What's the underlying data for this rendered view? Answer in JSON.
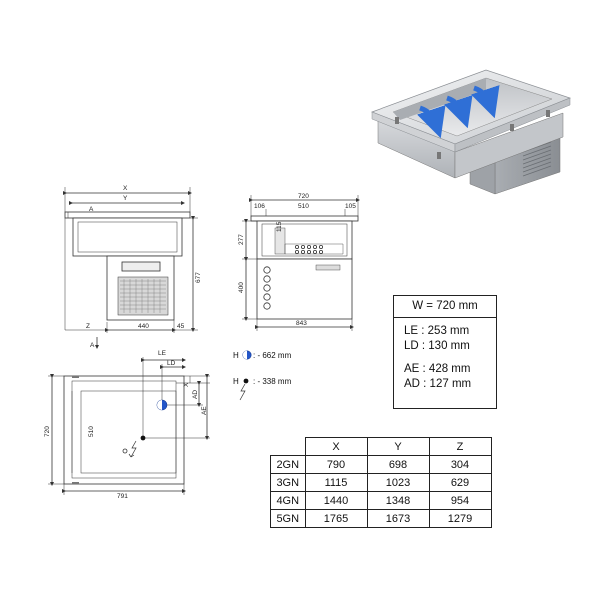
{
  "front_view": {
    "dim_x": "X",
    "dim_y": "Y",
    "dim_a": "A",
    "dim_677": "677",
    "dim_440": "440",
    "dim_45": "45",
    "dim_z": "Z",
    "dim_a_bottom": "A"
  },
  "side_view": {
    "dim_720": "720",
    "dim_106": "106",
    "dim_510": "510",
    "dim_105": "105",
    "dim_277": "277",
    "dim_115": "115",
    "dim_400": "400",
    "dim_843": "843"
  },
  "plan_view": {
    "dim_le": "LE",
    "dim_ld": "LD",
    "dim_x": "X",
    "dim_ad": "AD",
    "dim_ae": "AE",
    "dim_720": "720",
    "dim_510": "510",
    "dim_791": "791"
  },
  "connections": {
    "water_label": "H",
    "water_value": ": - 662 mm",
    "power_label": "H",
    "power_value": ": - 338 mm"
  },
  "specs": {
    "width": "W = 720 mm",
    "le": "LE : 253 mm",
    "ld": "LD : 130 mm",
    "ae": "AE :  428 mm",
    "ad": "AD : 127 mm"
  },
  "gn_table": {
    "headers": [
      "X",
      "Y",
      "Z"
    ],
    "rows": [
      {
        "label": "2GN",
        "x": "790",
        "y": "698",
        "z": "304"
      },
      {
        "label": "3GN",
        "x": "1115",
        "y": "1023",
        "z": "629"
      },
      {
        "label": "4GN",
        "x": "1440",
        "y": "1348",
        "z": "954"
      },
      {
        "label": "5GN",
        "x": "1765",
        "y": "1673",
        "z": "1279"
      }
    ]
  },
  "colors": {
    "line": "#333333",
    "steel_light": "#e6e7e9",
    "steel_mid": "#b9bcc0",
    "steel_dark": "#8e9297",
    "airflow_arrow": "#2f6fd6",
    "water_marker": "#2356c9"
  }
}
